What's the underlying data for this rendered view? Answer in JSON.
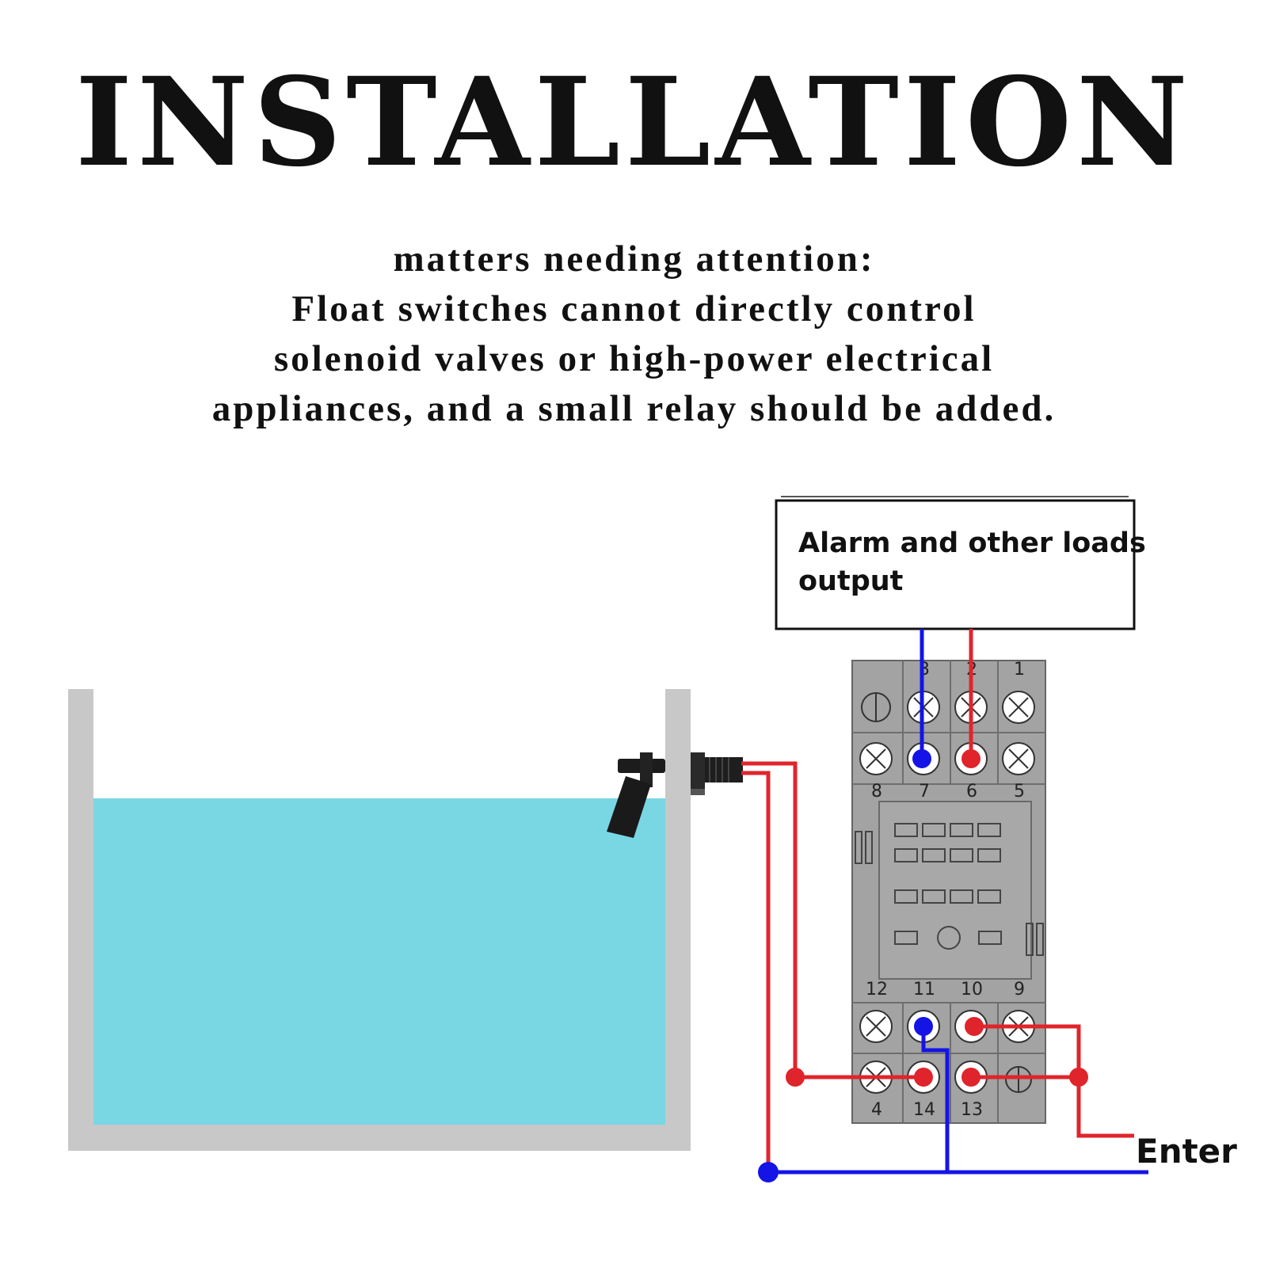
{
  "title": "INSTALLATION",
  "notes": {
    "heading": "matters needing attention:",
    "lines": [
      "Float switches cannot directly control",
      "solenoid valves or high-power electrical",
      "appliances, and a small relay should be added."
    ]
  },
  "load_box": {
    "line1": "Alarm and other loads",
    "line2": "output"
  },
  "relay_pins": {
    "top_row": [
      "3",
      "2",
      "1"
    ],
    "mid_row": [
      "8",
      "7",
      "6",
      "5"
    ],
    "lower_row": [
      "12",
      "11",
      "10",
      "9"
    ],
    "bottom_row": [
      "4",
      "14",
      "13"
    ]
  },
  "enter_label": "Enter",
  "colors": {
    "water": "#79d6e3",
    "tank_wall": "#c8c8c8",
    "relay_body": "#a3a3a3",
    "wire_red": "#e0242c",
    "wire_blue": "#1414e6"
  }
}
